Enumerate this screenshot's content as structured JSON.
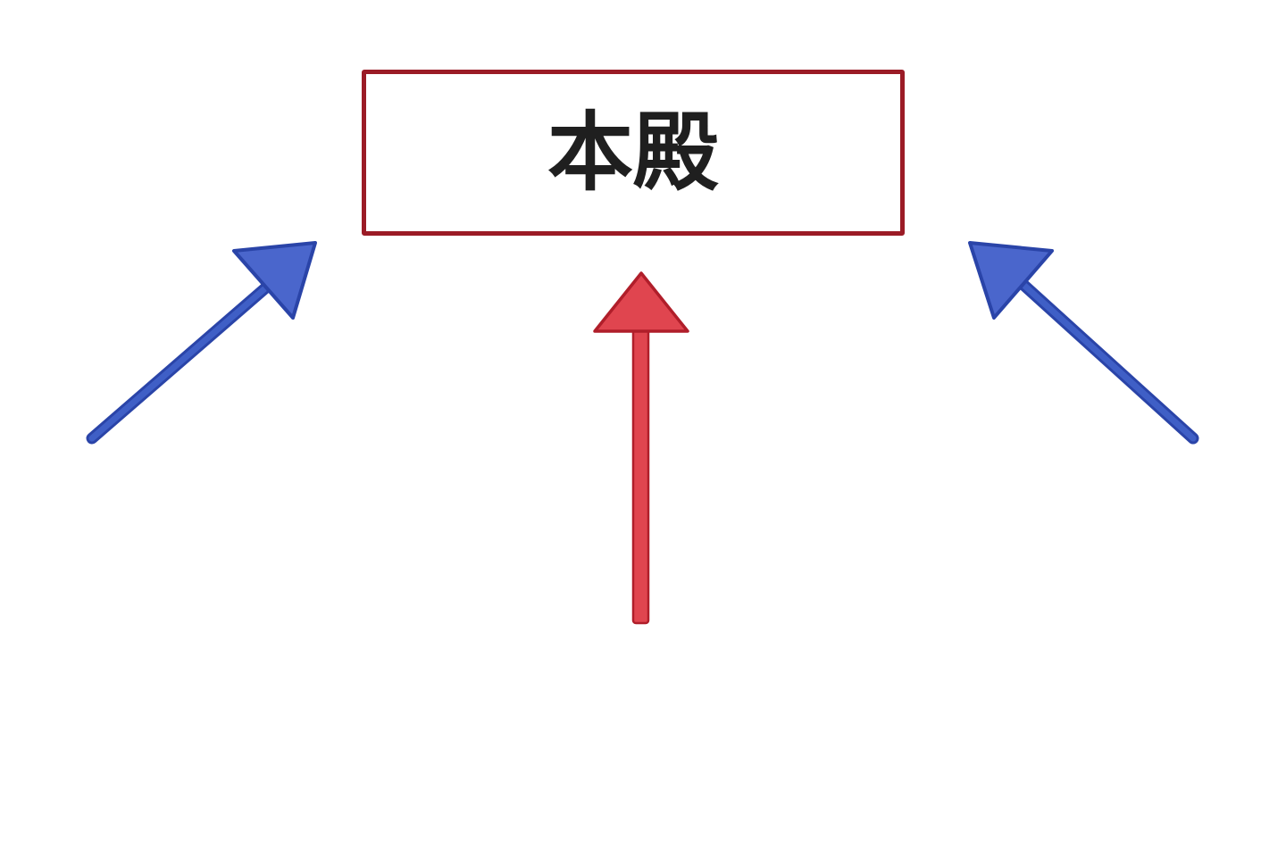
{
  "diagram": {
    "main_node": {
      "label": "本殿",
      "border_color": "#9b1b26",
      "text_color": "#1f1f1f"
    },
    "arrows": [
      {
        "id": "arrow-left",
        "direction": "up-right",
        "color": "#3f5fc6",
        "outline": "#2a44a8"
      },
      {
        "id": "arrow-center",
        "direction": "up",
        "color": "#e0454f",
        "outline": "#b01e2a"
      },
      {
        "id": "arrow-right",
        "direction": "up-left",
        "color": "#3f5fc6",
        "outline": "#2a44a8"
      }
    ]
  }
}
